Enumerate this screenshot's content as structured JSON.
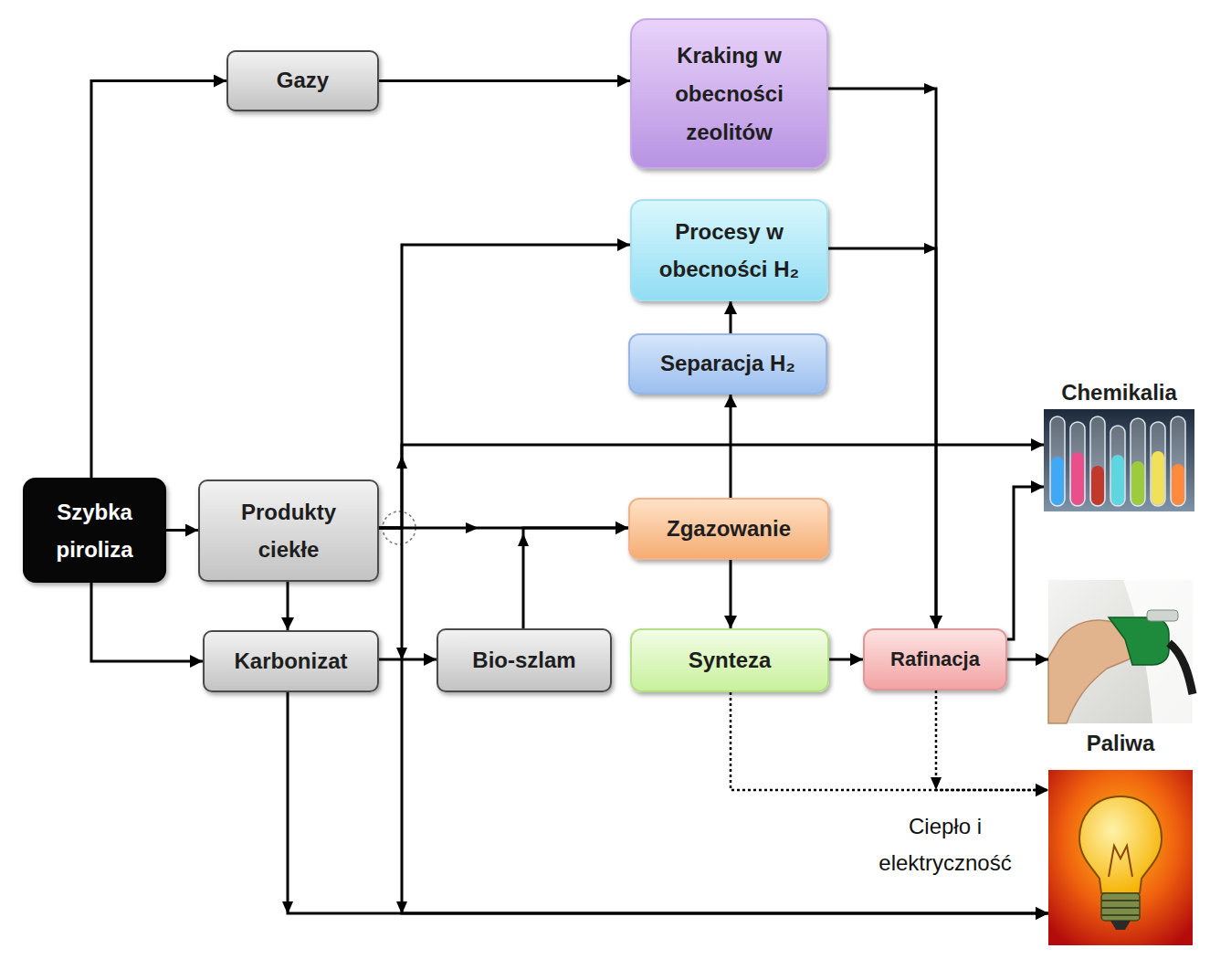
{
  "diagram": {
    "nodes": [
      {
        "text": [
          "Gazy"
        ]
      },
      {
        "text": [
          "Kraking w obecności zeolitów"
        ]
      },
      {
        "text": [
          "Procesy w obecności H₂"
        ]
      },
      {
        "text": [
          "Separacja H₂"
        ]
      },
      {
        "text": [
          "Chemikalia"
        ]
      },
      {
        "text": [
          "Szybka piroliza"
        ]
      },
      {
        "text": [
          "Produkty ciekłe"
        ]
      },
      {
        "text": [
          "Zgazowanie"
        ]
      },
      {
        "text": [
          "Karbonizat"
        ]
      },
      {
        "text": [
          "Bio-szlam"
        ]
      },
      {
        "text": [
          "Synteza"
        ]
      },
      {
        "text": [
          "Rafinacja"
        ]
      },
      {
        "text": [
          "Paliwa"
        ]
      },
      {
        "text": [
          "Ciepło i elektryczność"
        ]
      }
    ],
    "edges": [
      {
        "from": 5,
        "to": 0,
        "arrow": "to"
      },
      {
        "from": 5,
        "to": 6,
        "arrow": "to"
      },
      {
        "from": 5,
        "to": 8,
        "arrow": "to"
      },
      {
        "from": 0,
        "to": 1,
        "arrow": "to"
      },
      {
        "from": 1,
        "to": 11,
        "arrow": "to"
      },
      {
        "from": 6,
        "to": 2,
        "arrow": "to"
      },
      {
        "from": 6,
        "to": 4,
        "arrow": "to"
      },
      {
        "from": 6,
        "to": 7,
        "arrow": "to"
      },
      {
        "from": 6,
        "to": 13,
        "arrow": "to"
      },
      {
        "from": 6,
        "to": 8,
        "arrow": "to"
      },
      {
        "from": 3,
        "to": 2,
        "arrow": "to"
      },
      {
        "from": 7,
        "to": 3,
        "arrow": "to"
      },
      {
        "from": 2,
        "to": 11,
        "arrow": "to"
      },
      {
        "from": 7,
        "to": 10,
        "arrow": "to"
      },
      {
        "from": 8,
        "to": 9,
        "arrow": "to"
      },
      {
        "from": 9,
        "to": 7,
        "arrow": "to"
      },
      {
        "from": 8,
        "to": 13,
        "arrow": "to"
      },
      {
        "from": 10,
        "to": 11,
        "arrow": "to"
      },
      {
        "from": 11,
        "to": 4,
        "arrow": "to"
      },
      {
        "from": 11,
        "to": 12,
        "arrow": "to"
      },
      {
        "from": 10,
        "to": 13,
        "arrow": "to"
      },
      {
        "from": 11,
        "to": 13,
        "arrow": "to"
      }
    ]
  }
}
